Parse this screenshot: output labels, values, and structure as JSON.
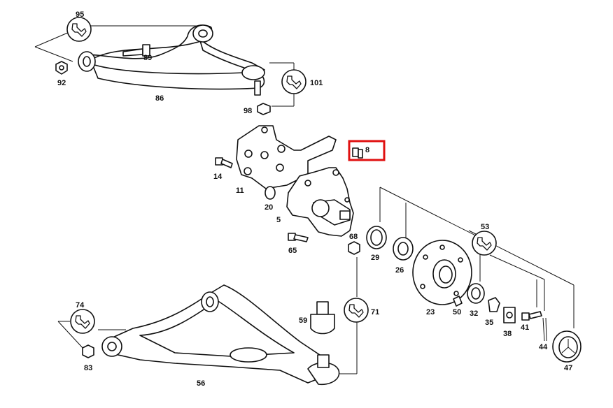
{
  "diagram": {
    "labels": {
      "p95": "95",
      "p89": "89",
      "p92": "92",
      "p86": "86",
      "p101": "101",
      "p98": "98",
      "p8": "8",
      "p14": "14",
      "p11": "11",
      "p20": "20",
      "p5": "5",
      "p65": "65",
      "p68": "68",
      "p29": "29",
      "p26": "26",
      "p53": "53",
      "p23": "23",
      "p50": "50",
      "p32": "32",
      "p35": "35",
      "p38": "38",
      "p41": "41",
      "p44": "44",
      "p47": "47",
      "p74": "74",
      "p83": "83",
      "p59": "59",
      "p71": "71",
      "p56": "56"
    },
    "highlighted_part": "8",
    "highlight_color": "#e01010",
    "wrench_icon": "wrench-icon"
  }
}
